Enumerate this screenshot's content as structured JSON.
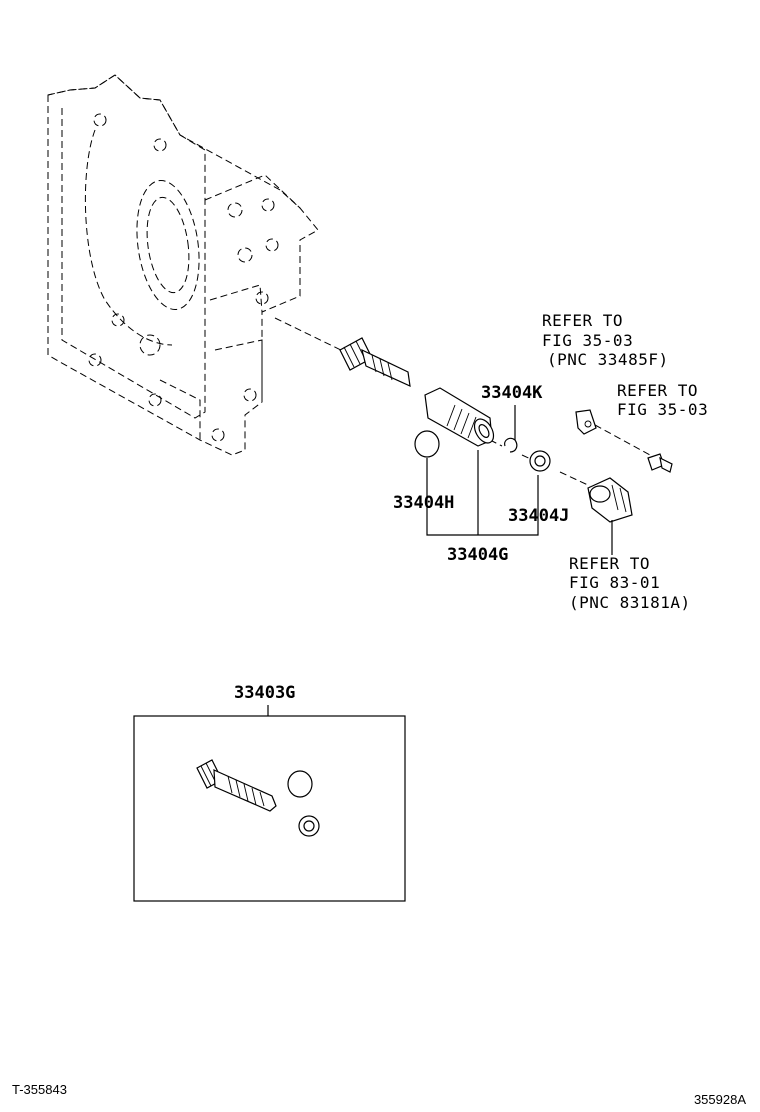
{
  "callouts": {
    "k": "33404K",
    "h": "33404H",
    "j": "33404J",
    "g": "33404G",
    "kit": "33403G"
  },
  "refs": {
    "r1": {
      "line1": "REFER TO",
      "line2": "FIG 35-03",
      "line3": "(PNC 33485F)"
    },
    "r2": {
      "line1": "REFER TO",
      "line2": "FIG 35-03"
    },
    "r3": {
      "line1": "REFER TO",
      "line2": "FIG 83-01",
      "line3": "(PNC 83181A)"
    }
  },
  "footer": {
    "left_code": "T-355843",
    "right_code": "355928A"
  }
}
